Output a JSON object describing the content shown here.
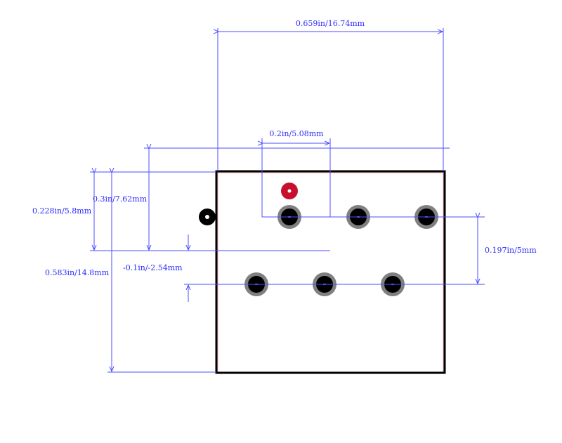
{
  "dimensions": {
    "width_total": "0.659in/16.74mm",
    "pitch_x": "0.2in/5.08mm",
    "height_pin1_to_row": "0.3in/7.62mm",
    "height_body_top_to_row": "0.228in/5.8mm",
    "height_total": "0.583in/14.8mm",
    "row_offset": "-0.1in/-2.54mm",
    "row_spacing": "0.197in/5mm"
  },
  "colors": {
    "dimension": "#4d4dff",
    "outline": "#000000",
    "pad_ring": "#808080",
    "pad_hole": "#000000",
    "pin1_marker": "#c8102e",
    "courtyard": "#e8a8a8"
  },
  "pads": {
    "row_top_count": 3,
    "row_bottom_count": 3
  }
}
